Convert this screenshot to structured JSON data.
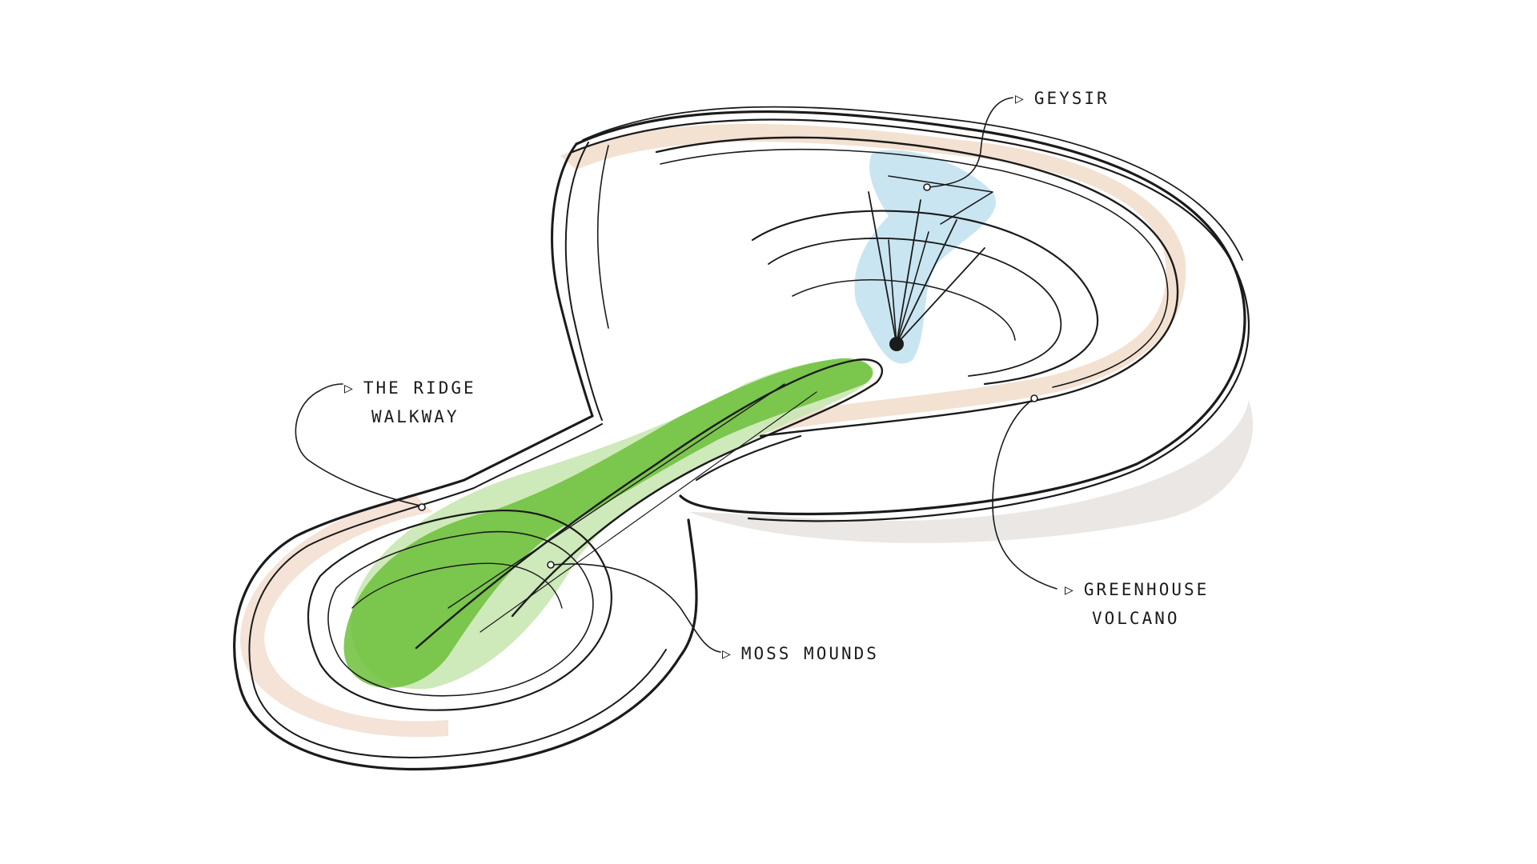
{
  "labels": {
    "geysir": "GEYSIR",
    "ridge_line1": "THE RIDGE",
    "ridge_line2": "WALKWAY",
    "greenhouse_line1": "GREENHOUSE",
    "greenhouse_line2": "VOLCANO",
    "moss": "MOSS MOUNDS"
  },
  "colors": {
    "ink": "#1b1b1b",
    "moss_green": "#6cbf3a",
    "moss_light": "#c9e7b3",
    "geysir_blue": "#bfe0ee",
    "ridge_tan": "#e9c8ad",
    "shadow_grey": "#e4dfdb"
  }
}
